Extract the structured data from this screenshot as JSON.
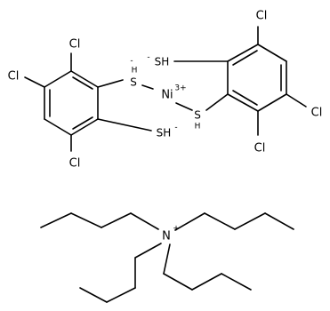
{
  "labels": {
    "cl": "Cl",
    "s": "S",
    "sh": "SH",
    "h": "H",
    "ni": "Ni",
    "n": "N",
    "minus": "-",
    "ni_charge": "3+",
    "n_charge": "+"
  }
}
